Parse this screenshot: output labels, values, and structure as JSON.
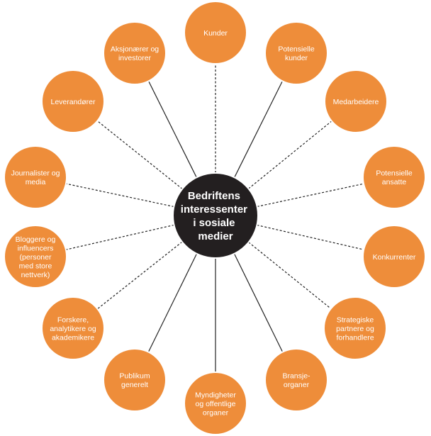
{
  "colors": {
    "node_fill": "#ee8d3a",
    "center_fill": "#231f20",
    "line": "#222222",
    "text": "#ffffff"
  },
  "center": {
    "lines": [
      "Bedriftens",
      "interessenter",
      "i sosiale",
      "medier"
    ]
  },
  "nodes": [
    {
      "id": "kunder",
      "lines": [
        "Kunder"
      ],
      "connector": "dashed"
    },
    {
      "id": "potensielle-kunder",
      "lines": [
        "Potensielle",
        "kunder"
      ],
      "connector": "solid"
    },
    {
      "id": "medarbeidere",
      "lines": [
        "Medarbeidere"
      ],
      "connector": "dashed"
    },
    {
      "id": "potensielle-ansatte",
      "lines": [
        "Potensielle",
        "ansatte"
      ],
      "connector": "dashed"
    },
    {
      "id": "konkurrenter",
      "lines": [
        "Konkurrenter"
      ],
      "connector": "dashed"
    },
    {
      "id": "strategiske-partnere",
      "lines": [
        "Strategiske",
        "partnere og",
        "forhandlere"
      ],
      "connector": "dashed"
    },
    {
      "id": "bransjeorganer",
      "lines": [
        "Bransje-",
        "organer"
      ],
      "connector": "solid"
    },
    {
      "id": "myndigheter",
      "lines": [
        "Myndigheter",
        "og offentlige",
        "organer"
      ],
      "connector": "solid"
    },
    {
      "id": "publikum",
      "lines": [
        "Publikum",
        "generelt"
      ],
      "connector": "solid"
    },
    {
      "id": "forskere",
      "lines": [
        "Forskere,",
        "analytikere og",
        "akademikere"
      ],
      "connector": "dashed"
    },
    {
      "id": "bloggere",
      "lines": [
        "Bloggere og",
        "influencers",
        "(personer",
        "med store",
        "nettverk)"
      ],
      "connector": "dashed"
    },
    {
      "id": "journalister",
      "lines": [
        "Journalister og",
        "media"
      ],
      "connector": "dashed"
    },
    {
      "id": "leverandorer",
      "lines": [
        "Leverandører"
      ],
      "connector": "dashed"
    },
    {
      "id": "aksjonaerer",
      "lines": [
        "Aksjonærer og",
        "investorer"
      ],
      "connector": "solid"
    }
  ]
}
